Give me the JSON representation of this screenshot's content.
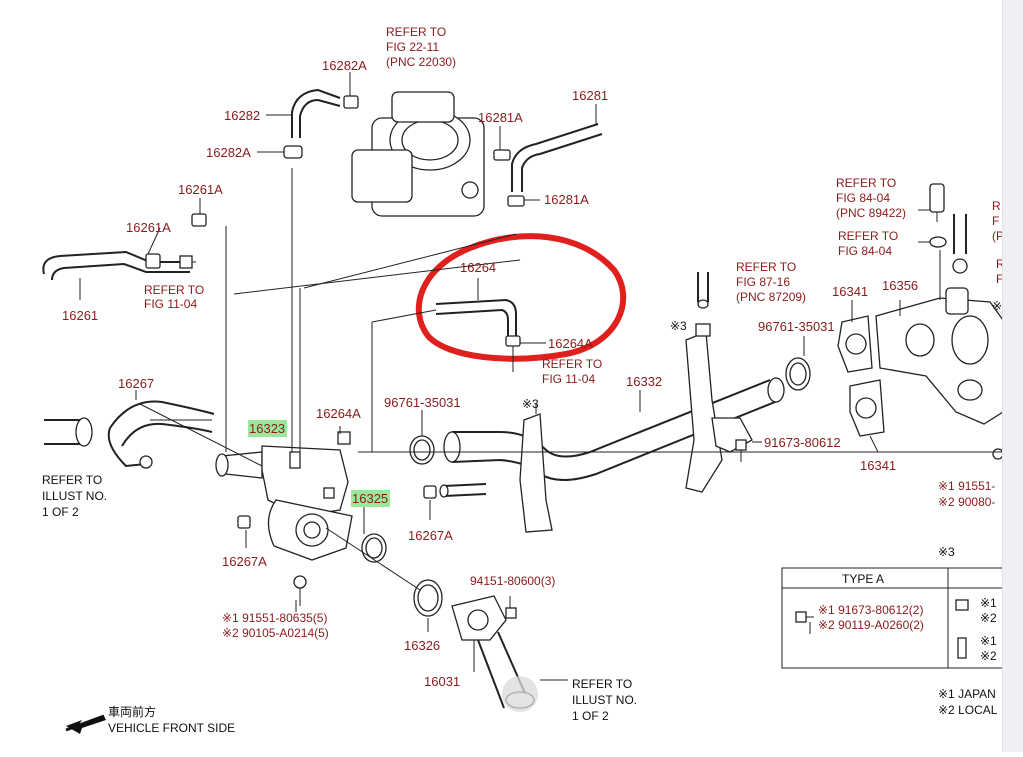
{
  "accent_color": "#8b1a1a",
  "highlight_color": "#9be89b",
  "annotation_circle_color": "#e0201c",
  "part_numbers": {
    "p16282A_top": "16282A",
    "p16282": "16282",
    "p16282A_mid": "16282A",
    "p16281": "16281",
    "p16281A_top": "16281A",
    "p16281A_mid": "16281A",
    "p16261A_top": "16261A",
    "p16261A_mid": "16261A",
    "p16261": "16261",
    "p16264": "16264",
    "p16264A_circle": "16264A",
    "p16267": "16267",
    "p16323": "16323",
    "p16264A_low": "16264A",
    "p16325": "16325",
    "p16267A_mid": "16267A",
    "p16267A_left": "16267A",
    "p96761_a": "96761-35031",
    "p96761_b": "96761-35031",
    "p16332": "16332",
    "p91673": "91673-80612",
    "p16341_top": "16341",
    "p16356": "16356",
    "p16341_bot": "16341",
    "p16326": "16326",
    "p16031": "16031",
    "p94151": "94151-80600(3)",
    "p91551_left": "※1 91551-80635(5)",
    "p90105_left": "※2 90105-A0214(5)",
    "p91551_right": "※1 91551-",
    "p90080_right": "※2 90080-",
    "mark3_a": "※3",
    "mark3_b": "※3",
    "mark3_c": "※3"
  },
  "references": {
    "ref_fig22": [
      "REFER TO",
      "FIG 22-11",
      "(PNC 22030)"
    ],
    "ref_fig11_left": [
      "REFER TO",
      "FIG 11-04"
    ],
    "ref_fig11_mid": [
      "REFER TO",
      "FIG 11-04"
    ],
    "ref_fig87": [
      "REFER TO",
      "FIG 87-16",
      "(PNC 87209)"
    ],
    "ref_fig84_a": [
      "REFER TO",
      "FIG 84-04",
      "(PNC 89422)"
    ],
    "ref_fig84_b": [
      "REFER TO",
      "FIG 84-04"
    ],
    "ref_right_cut_a": [
      "R",
      "F",
      "(P"
    ],
    "ref_right_cut_b": [
      "R",
      "F"
    ]
  },
  "black_labels": {
    "illust_left": [
      "REFER TO",
      "ILLUST NO.",
      "1 OF 2"
    ],
    "illust_bottom": [
      "REFER TO",
      "ILLUST NO.",
      "1 OF 2"
    ],
    "vehicle_jp": "車両前方",
    "vehicle_en": "VEHICLE FRONT SIDE",
    "note1": "※1 JAPAN",
    "note2": "※2 LOCAL"
  },
  "type_table": {
    "header": "TYPE A",
    "row1_a": "※1 91673-80612(2)",
    "row1_b": "※2 90119-A0260(2)",
    "right_a": "※1",
    "right_b": "※2",
    "right_c": "※1",
    "right_d": "※2",
    "mark": "※3"
  },
  "icons": {
    "arrow": "left-arrow-icon"
  }
}
